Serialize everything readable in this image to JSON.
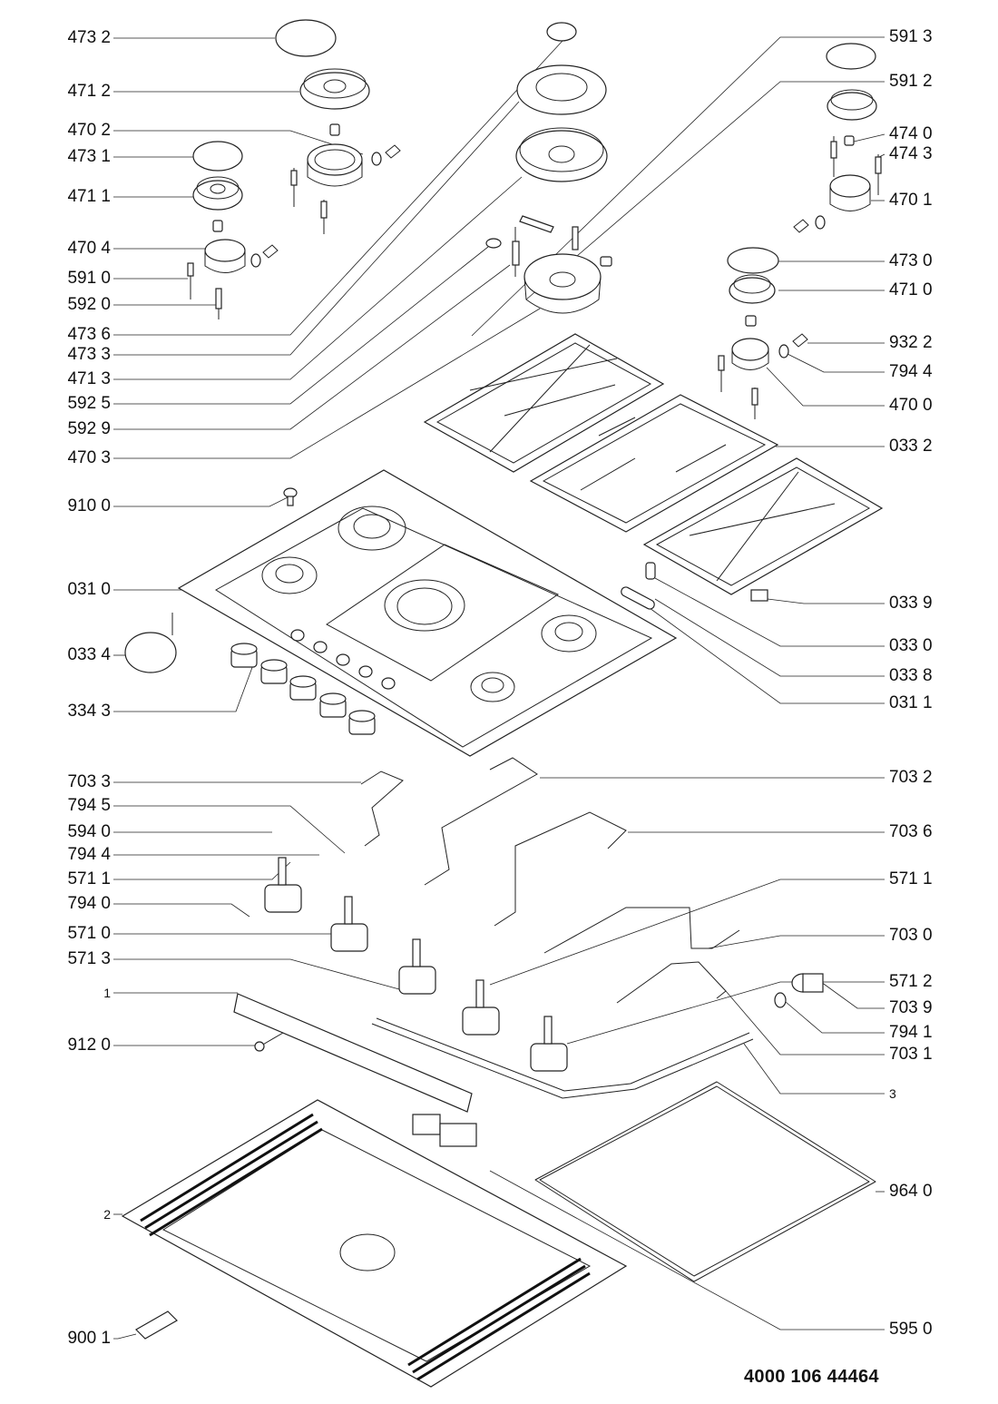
{
  "diagram": {
    "type": "exploded-parts-diagram",
    "subject": "gas hob",
    "document_number": "4000 106 44464",
    "labels_left": [
      {
        "id": "473-2",
        "text": "473 2"
      },
      {
        "id": "471-2",
        "text": "471 2"
      },
      {
        "id": "470-2",
        "text": "470 2"
      },
      {
        "id": "473-1",
        "text": "473 1"
      },
      {
        "id": "471-1",
        "text": "471 1"
      },
      {
        "id": "470-4",
        "text": "470 4"
      },
      {
        "id": "591-0",
        "text": "591 0"
      },
      {
        "id": "592-0",
        "text": "592 0"
      },
      {
        "id": "473-6",
        "text": "473 6"
      },
      {
        "id": "473-3",
        "text": "473 3"
      },
      {
        "id": "471-3",
        "text": "471 3"
      },
      {
        "id": "592-5",
        "text": "592 5"
      },
      {
        "id": "592-9",
        "text": "592 9"
      },
      {
        "id": "470-3",
        "text": "470 3"
      },
      {
        "id": "910-0",
        "text": "910 0"
      },
      {
        "id": "031-0",
        "text": "031 0"
      },
      {
        "id": "033-4",
        "text": "033 4"
      },
      {
        "id": "334-3",
        "text": "334 3"
      },
      {
        "id": "703-3",
        "text": "703 3"
      },
      {
        "id": "794-5",
        "text": "794 5"
      },
      {
        "id": "594-0",
        "text": "594 0"
      },
      {
        "id": "794-4b",
        "text": "794 4"
      },
      {
        "id": "571-1b",
        "text": "571 1"
      },
      {
        "id": "794-0",
        "text": "794 0"
      },
      {
        "id": "571-0",
        "text": "571 0"
      },
      {
        "id": "571-3",
        "text": "571 3"
      },
      {
        "id": "1",
        "text": "1"
      },
      {
        "id": "912-0",
        "text": "912 0"
      },
      {
        "id": "2",
        "text": "2"
      },
      {
        "id": "900-1",
        "text": "900 1"
      }
    ],
    "labels_right": [
      {
        "id": "591-3",
        "text": "591 3"
      },
      {
        "id": "591-2",
        "text": "591 2"
      },
      {
        "id": "474-0",
        "text": "474 0"
      },
      {
        "id": "474-3",
        "text": "474 3"
      },
      {
        "id": "470-1",
        "text": "470 1"
      },
      {
        "id": "473-0",
        "text": "473 0"
      },
      {
        "id": "471-0",
        "text": "471 0"
      },
      {
        "id": "932-2",
        "text": "932 2"
      },
      {
        "id": "794-4",
        "text": "794 4"
      },
      {
        "id": "470-0",
        "text": "470 0"
      },
      {
        "id": "033-2",
        "text": "033 2"
      },
      {
        "id": "033-9",
        "text": "033 9"
      },
      {
        "id": "033-0",
        "text": "033 0"
      },
      {
        "id": "033-8",
        "text": "033 8"
      },
      {
        "id": "031-1",
        "text": "031 1"
      },
      {
        "id": "703-2",
        "text": "703 2"
      },
      {
        "id": "703-6",
        "text": "703 6"
      },
      {
        "id": "571-1",
        "text": "571 1"
      },
      {
        "id": "703-0",
        "text": "703 0"
      },
      {
        "id": "571-2",
        "text": "571 2"
      },
      {
        "id": "703-9",
        "text": "703 9"
      },
      {
        "id": "794-1",
        "text": "794 1"
      },
      {
        "id": "703-1",
        "text": "703 1"
      },
      {
        "id": "3",
        "text": "3"
      },
      {
        "id": "964-0",
        "text": "964 0"
      },
      {
        "id": "595-0",
        "text": "595 0"
      }
    ],
    "parts": [
      "burner-cap-small",
      "burner-head-medium",
      "burner-base",
      "injector",
      "ignition-electrode",
      "thermocouple",
      "wok-burner",
      "pan-support-grids",
      "hob-top-panel",
      "control-knobs",
      "wok-stand",
      "gas-pipes",
      "gas-taps",
      "ignition-switch-bar",
      "gas-inlet-connector",
      "main-gas-ramp",
      "seal-gasket",
      "bottom-casing",
      "fixing-bracket",
      "spark-generator"
    ]
  }
}
